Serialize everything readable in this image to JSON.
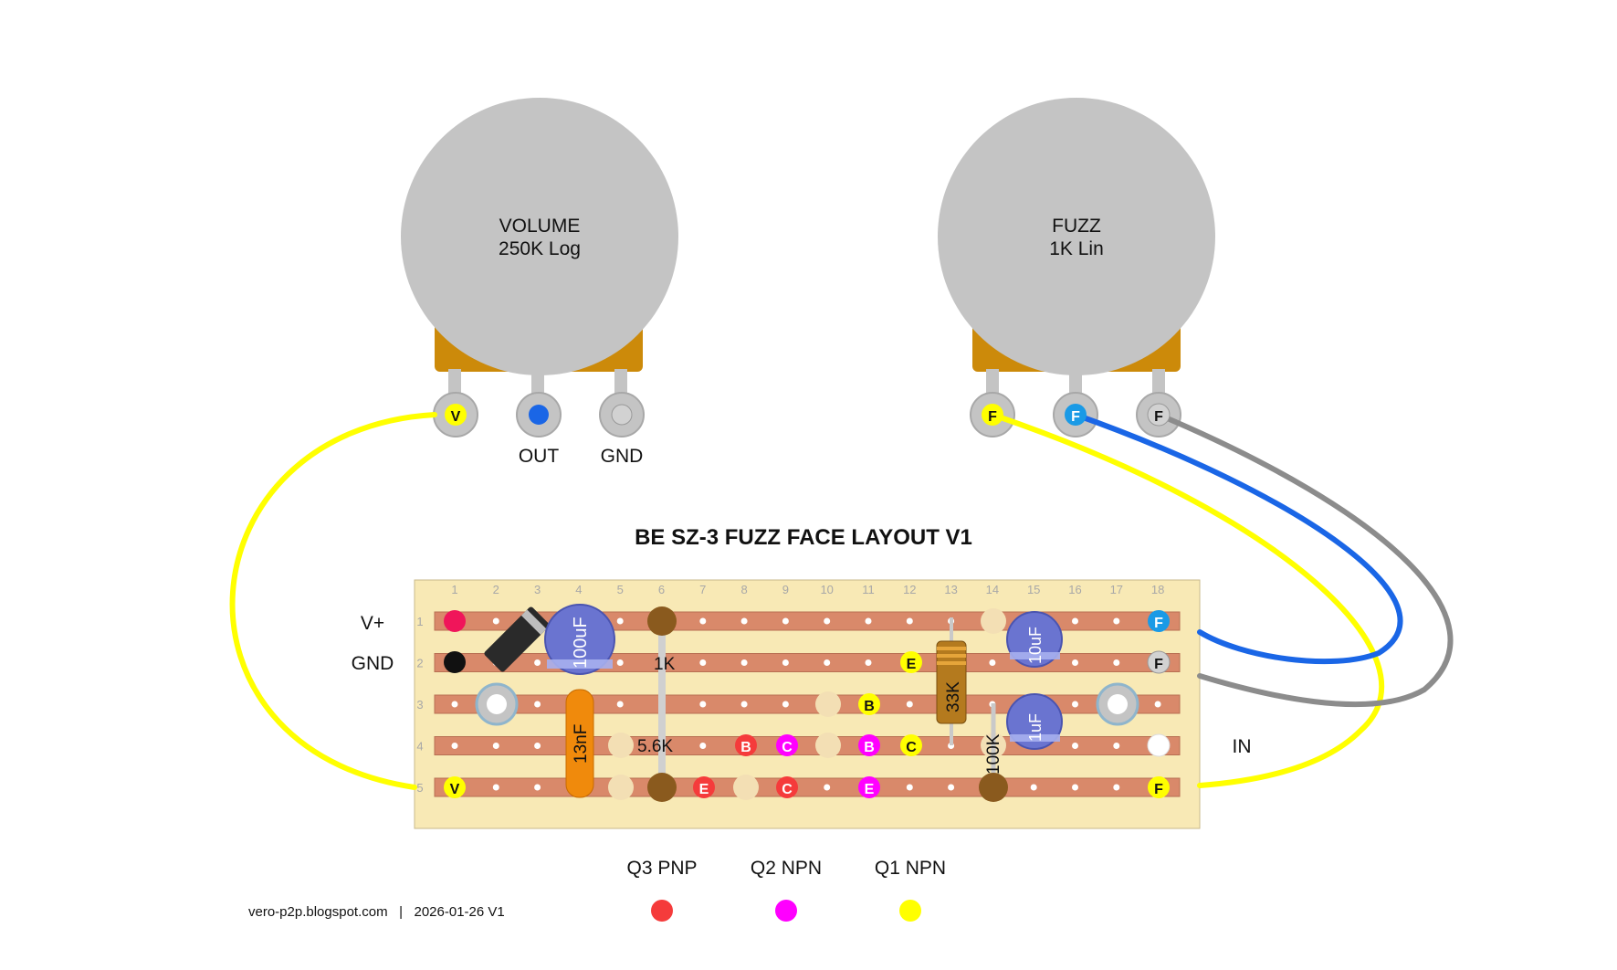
{
  "title": "BE SZ-3 FUZZ FACE LAYOUT V1",
  "footer": "vero-p2p.blogspot.com   |   2026-01-26 V1",
  "pots": {
    "volume": {
      "name": "VOLUME",
      "value": "250K Log",
      "lug_labels": [
        "OUT",
        "GND"
      ]
    },
    "fuzz": {
      "name": "FUZZ",
      "value": "1K Lin"
    }
  },
  "board": {
    "columns": [
      "1",
      "2",
      "3",
      "4",
      "5",
      "6",
      "7",
      "8",
      "9",
      "10",
      "11",
      "12",
      "13",
      "14",
      "15",
      "16",
      "17",
      "18"
    ],
    "rows": [
      "1",
      "2",
      "3",
      "4",
      "5"
    ],
    "side_labels": {
      "vplus": "V+",
      "gnd": "GND",
      "in": "IN"
    }
  },
  "components": {
    "c100uf": "100uF",
    "c10uf": "10uF",
    "c1uf": "1uF",
    "c13nf": "13nF",
    "r1k": "1K",
    "r5k6": "5.6K",
    "r33k": "33K",
    "r100k": "100K"
  },
  "markers": {
    "v": "V",
    "f": "F",
    "e": "E",
    "b": "B",
    "c": "C"
  },
  "legend": [
    {
      "label": "Q3 PNP",
      "color": "#f53b3b"
    },
    {
      "label": "Q2 NPN",
      "color": "#ff00ff"
    },
    {
      "label": "Q1 NPN",
      "color": "#ffff00"
    }
  ],
  "colors": {
    "strip": "#d9896a",
    "board": "#f8e9b5",
    "pot": "#c4c4c4",
    "pot_body": "#cc8a0a",
    "wire_yellow": "#ffff00",
    "wire_blue": "#1a66e6",
    "wire_gray": "#8c8c8c"
  }
}
